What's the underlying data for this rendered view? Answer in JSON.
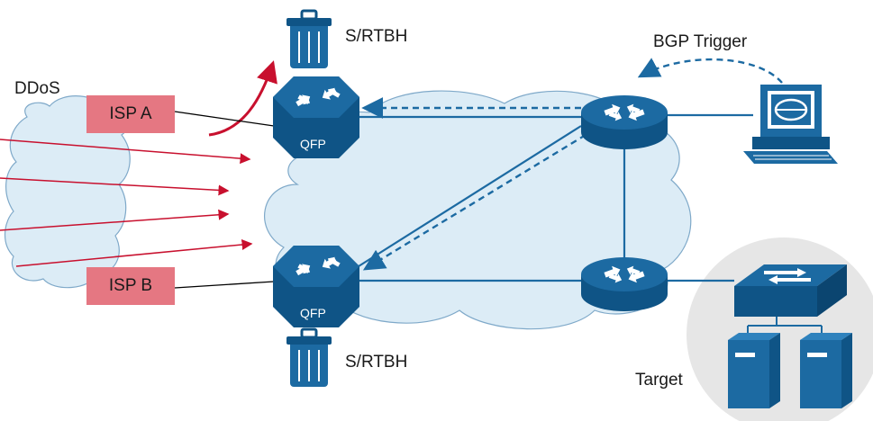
{
  "labels": {
    "ddos": "DDoS",
    "isp_a": "ISP A",
    "isp_b": "ISP B",
    "srtbh_top": "S/RTBH",
    "srtbh_bottom": "S/RTBH",
    "bgp_trigger": "BGP Trigger",
    "target": "Target",
    "qfp_top": "QFP",
    "qfp_bottom": "QFP"
  },
  "colors": {
    "cloud_fill": "#dcecf6",
    "cloud_stroke": "#7fa9c9",
    "device_blue": "#1c6aa2",
    "device_dark": "#0f5486",
    "isp_box": "#e57782",
    "attack_red": "#c8102e",
    "target_zone": "#e6e6e6"
  },
  "icons": [
    "trash-bin-icon",
    "router-icon",
    "qfp-router-icon",
    "switch-icon",
    "server-icon",
    "workstation-icon"
  ]
}
